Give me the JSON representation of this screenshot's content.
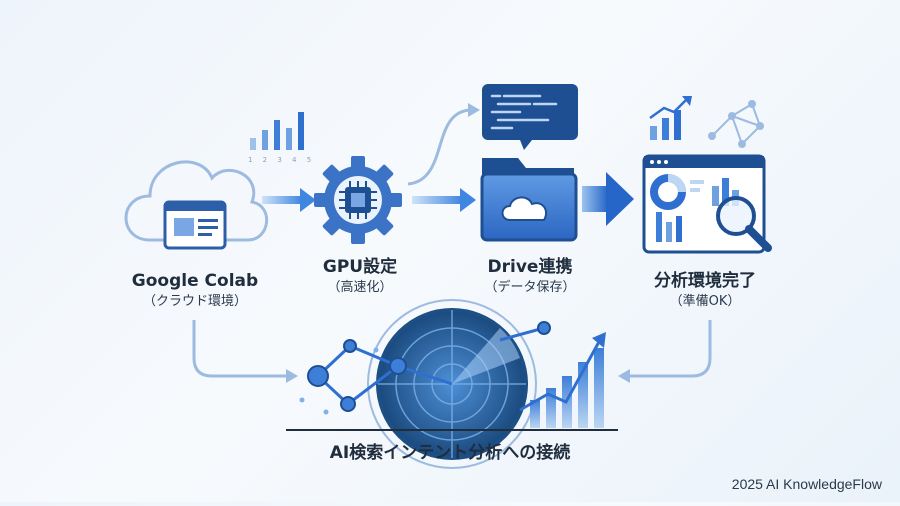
{
  "steps": [
    {
      "title": "Google Colab",
      "subtitle": "（クラウド環境）",
      "icon": "cloud-browser-icon"
    },
    {
      "title": "GPU設定",
      "subtitle": "（高速化）",
      "icon": "gear-chip-icon"
    },
    {
      "title": "Drive連携",
      "subtitle": "（データ保存）",
      "icon": "cloud-folder-icon"
    },
    {
      "title": "分析環境完了",
      "subtitle": "（準備OK）",
      "icon": "dashboard-magnifier-icon"
    }
  ],
  "bottom_title": "AI検索インテント分析への接続",
  "small_chart_ticks": "1 2 3 4 5",
  "credit": "2025 AI KnowledgeFlow",
  "colors": {
    "primary": "#2f6fd0",
    "light": "#cfe1f6",
    "dark": "#1f4f93",
    "radar": "#1d4f84"
  }
}
